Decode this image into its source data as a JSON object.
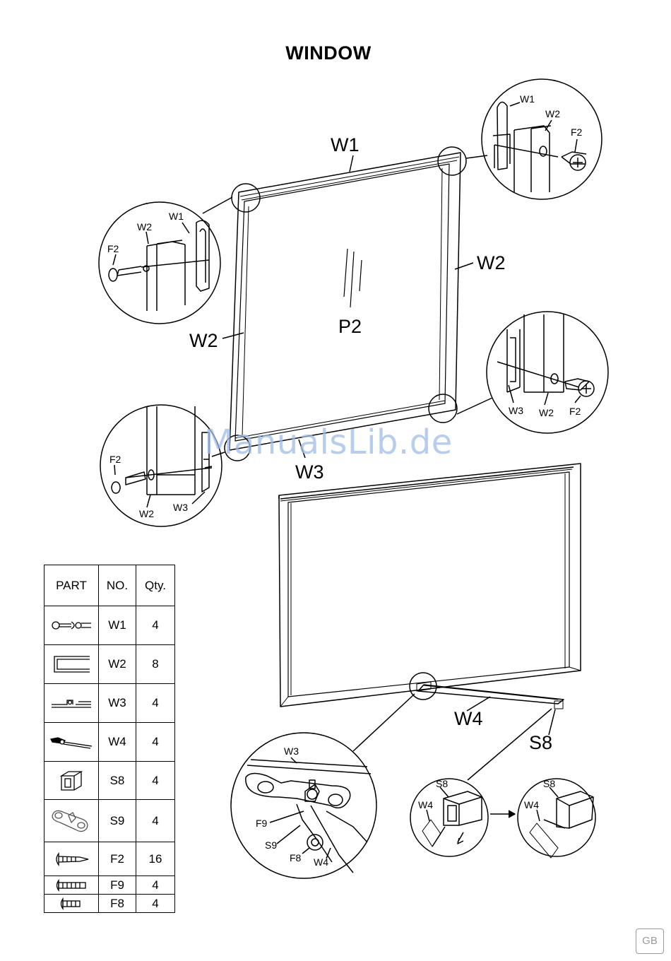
{
  "page": {
    "title": "WINDOW",
    "watermark": "ManualsLib.de",
    "language_badge": "GB"
  },
  "labels": {
    "w1": "W1",
    "w2": "W2",
    "w3": "W3",
    "w4": "W4",
    "p2": "P2",
    "s8": "S8",
    "s9": "S9",
    "f2": "F2",
    "f8": "F8",
    "f9": "F9"
  },
  "parts_table": {
    "headers": [
      "PART",
      "NO.",
      "Qty."
    ],
    "rows": [
      {
        "icon": "w1-clip-icon",
        "no": "W1",
        "qty": "4"
      },
      {
        "icon": "w2-channel-icon",
        "no": "W2",
        "qty": "8"
      },
      {
        "icon": "w3-clip-icon",
        "no": "W3",
        "qty": "4"
      },
      {
        "icon": "w4-stay-icon",
        "no": "W4",
        "qty": "4"
      },
      {
        "icon": "s8-cap-icon",
        "no": "S8",
        "qty": "4"
      },
      {
        "icon": "s9-bracket-icon",
        "no": "S9",
        "qty": "4"
      },
      {
        "icon": "f2-screw-icon",
        "no": "F2",
        "qty": "16"
      },
      {
        "icon": "f9-bolt-icon",
        "no": "F9",
        "qty": "4"
      },
      {
        "icon": "f8-nut-icon",
        "no": "F8",
        "qty": "4"
      }
    ]
  }
}
